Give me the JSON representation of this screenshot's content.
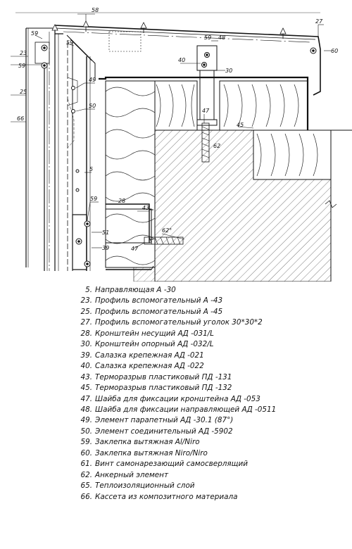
{
  "callouts": {
    "c5": "5",
    "c23": "23",
    "c25": "25",
    "c27": "27",
    "c28": "28",
    "c30": "30",
    "c39": "39",
    "c40": "40",
    "c43": "43",
    "c45": "45",
    "c47a": "47",
    "c47b": "47",
    "c48": "48",
    "c49": "49",
    "c50": "50",
    "c51": "51",
    "c58": "58",
    "c59a": "59",
    "c59b": "59",
    "c59c": "59",
    "c59d": "59",
    "c59e": "59",
    "c60": "60",
    "c62a": "62",
    "c62b": "62°",
    "c66": "66"
  },
  "legend": [
    {
      "num": "5.",
      "text": "Направляющая А -30"
    },
    {
      "num": "23.",
      "text": "Профиль вспомогательный А -43"
    },
    {
      "num": "25.",
      "text": "Профиль вспомогательный А -45"
    },
    {
      "num": "27.",
      "text": "Профиль вспомогательный уголок 30*30*2"
    },
    {
      "num": "28.",
      "text": "Кронштейн несущий АД -031/L"
    },
    {
      "num": "30.",
      "text": "Кронштейн опорный АД -032/L"
    },
    {
      "num": "39.",
      "text": "Салазка крепежная АД -021"
    },
    {
      "num": "40.",
      "text": "Салазка крепежная АД -022"
    },
    {
      "num": "43.",
      "text": "Терморазрыв пластиковый ПД -131"
    },
    {
      "num": "45.",
      "text": "Терморазрыв пластиковый ПД -132"
    },
    {
      "num": "47.",
      "text": "Шайба для фиксации кронштейна АД -053"
    },
    {
      "num": "48.",
      "text": "Шайба для фиксации направляющей АД -0511"
    },
    {
      "num": "49.",
      "text": "Элемент парапетный АД -30.1 (87°)"
    },
    {
      "num": "50.",
      "text": "Элемент соединительный АД -5902"
    },
    {
      "num": "59.",
      "text": "Заклепка вытяжная Al/Niro"
    },
    {
      "num": "60.",
      "text": "Заклепка вытяжная Niro/Niro"
    },
    {
      "num": "61.",
      "text": "Винт самонарезающий самосверлящий"
    },
    {
      "num": "62.",
      "text": "Анкерный элемент"
    },
    {
      "num": "65.",
      "text": "Теплоизоляционный слой"
    },
    {
      "num": "66.",
      "text": "Кассета из композитного материала"
    }
  ]
}
